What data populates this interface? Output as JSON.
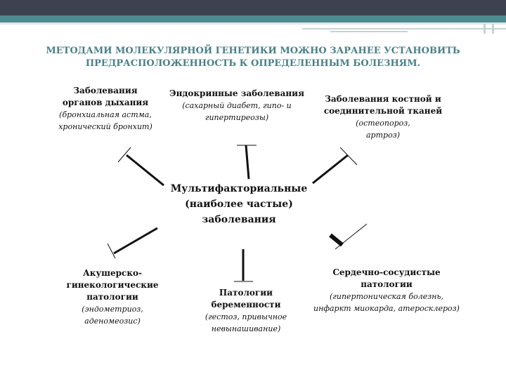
{
  "title": {
    "line1": "МЕТОДАМИ МОЛЕКУЛЯРНОЙ ГЕНЕТИКИ МОЖНО ЗАРАНЕЕ УСТАНОВИТЬ",
    "line2": "ПРЕДРАСПОЛОЖЕННОСТЬ К ОПРЕДЕЛЕННЫМ БОЛЕЗНЯМ."
  },
  "center": {
    "line1": "Мультифакториальные",
    "line2": "(наиболее частые)",
    "line3": "заболевания"
  },
  "nodes": {
    "respiratory": {
      "line1": "Заболевания",
      "line2": "органов дыхания",
      "detail1": "(бронхиальная астма,",
      "detail2": "хронический бронхит)"
    },
    "endocrine": {
      "line1": "Эндокринные заболевания",
      "detail1": "(сахарный диабет, гипо- и",
      "detail2": "гипертиреозы)"
    },
    "bone": {
      "line1": "Заболевания костной и",
      "line2": "соединительной тканей",
      "detail1": "(остеопороз,",
      "detail2": "артроз)"
    },
    "obstetric": {
      "line1": "Акушерско-",
      "line2": "гинекологические",
      "line3": "патологии",
      "detail1": "(эндометриоз,",
      "detail2": "аденомеозис)"
    },
    "pregnancy": {
      "line1": "Патологии",
      "line2": "беременности",
      "detail1": "(гестоз, привычное",
      "detail2": "невынашивание)"
    },
    "cardio": {
      "line1": "Сердечно-сосудистые",
      "line2": "патологии",
      "detail1": "(гипертоническая болезнь,",
      "detail2": "инфаркт миокарда, атеросклероз)"
    }
  },
  "colors": {
    "topbar": "#3e4250",
    "accent": "#4d8a8f",
    "title": "#4a7f88"
  }
}
